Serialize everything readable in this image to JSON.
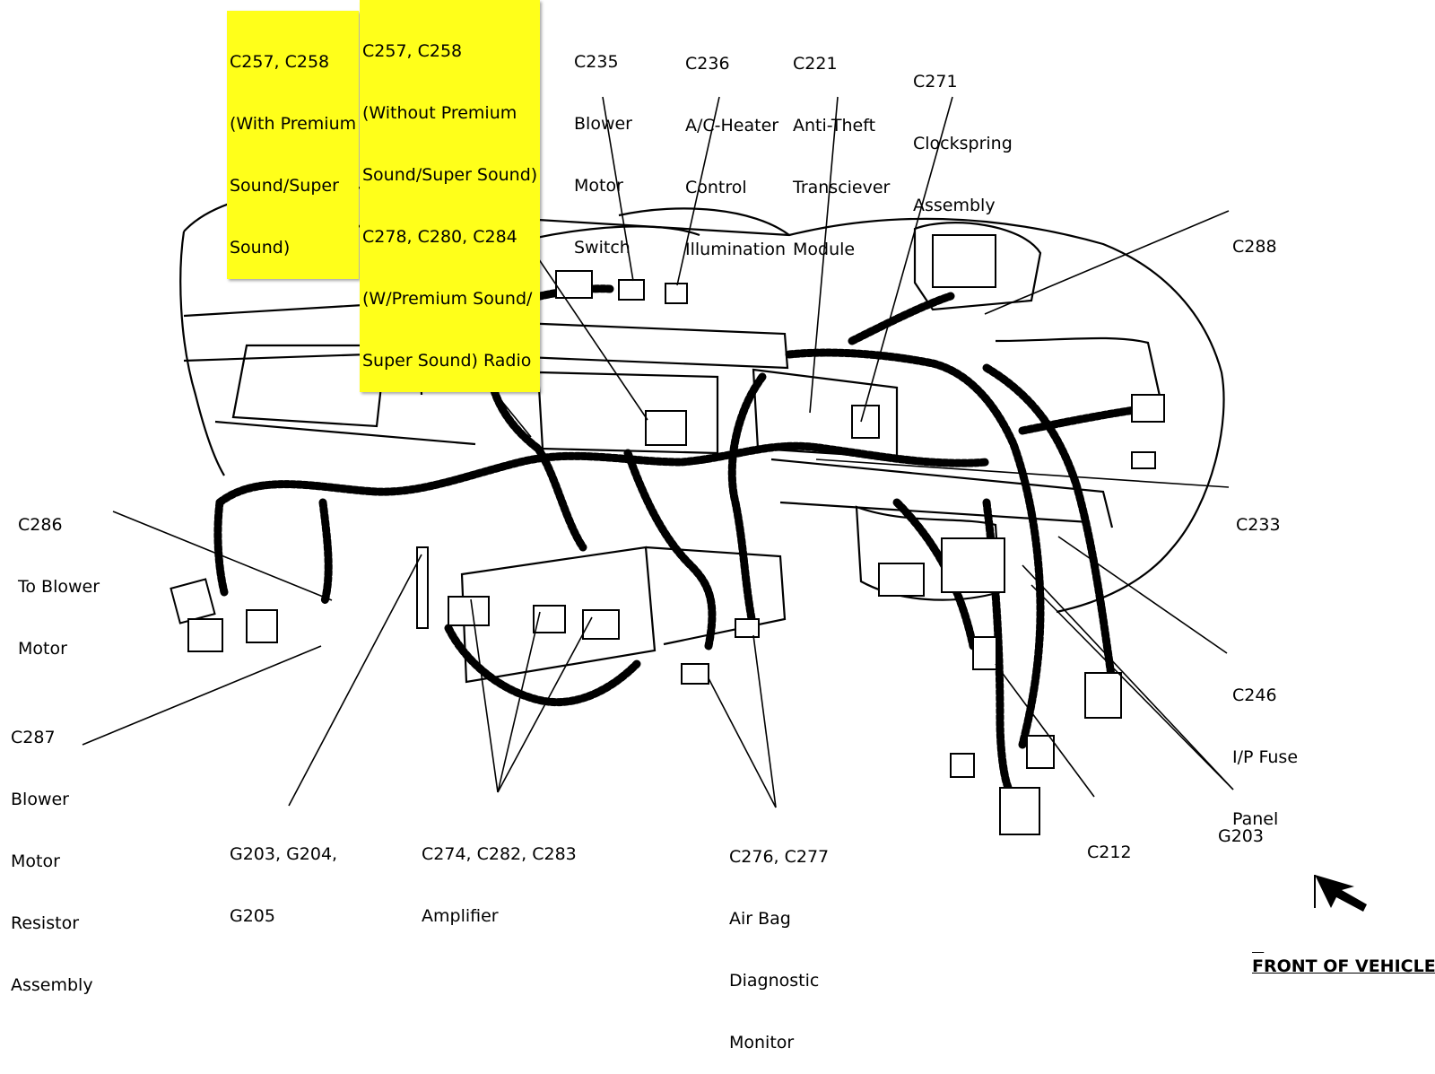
{
  "highlight_color": "#ffff1a",
  "labels": {
    "c257_with": [
      "C257, C258",
      "(With Premium",
      "Sound/Super",
      "Sound)"
    ],
    "c257_without": [
      "C257, C258",
      "(Without Premium",
      "Sound/Super Sound)",
      "C278, C280, C284",
      "(W/Premium Sound/",
      "Super Sound) Radio"
    ],
    "c235": [
      "C235",
      "Blower",
      "Motor",
      "Switch"
    ],
    "c236": [
      "C236",
      "A/C-Heater",
      "Control",
      "Illumination"
    ],
    "c221": [
      "C221",
      "Anti-Theft",
      "Transciever",
      "Module"
    ],
    "c271": [
      "C271",
      "Clockspring",
      "Assembly"
    ],
    "c288": [
      "C288"
    ],
    "c233": [
      "C233"
    ],
    "c286": [
      "C286",
      "To Blower",
      "Motor"
    ],
    "c287": [
      "C287",
      "Blower",
      "Motor",
      "Resistor",
      "Assembly"
    ],
    "g203_group": [
      "G203, G204,",
      "G205"
    ],
    "c274": [
      "C274, C282, C283",
      "Amplifier"
    ],
    "c276": [
      "C276, C277",
      "Air Bag",
      "Diagnostic",
      "Monitor"
    ],
    "c212": [
      "C212"
    ],
    "g203": [
      "G203"
    ],
    "c246": [
      "C246",
      "I/P Fuse",
      "Panel"
    ],
    "front": [
      "FRONT OF VEHICLE"
    ]
  },
  "icons": [
    "front-arrow-icon"
  ]
}
